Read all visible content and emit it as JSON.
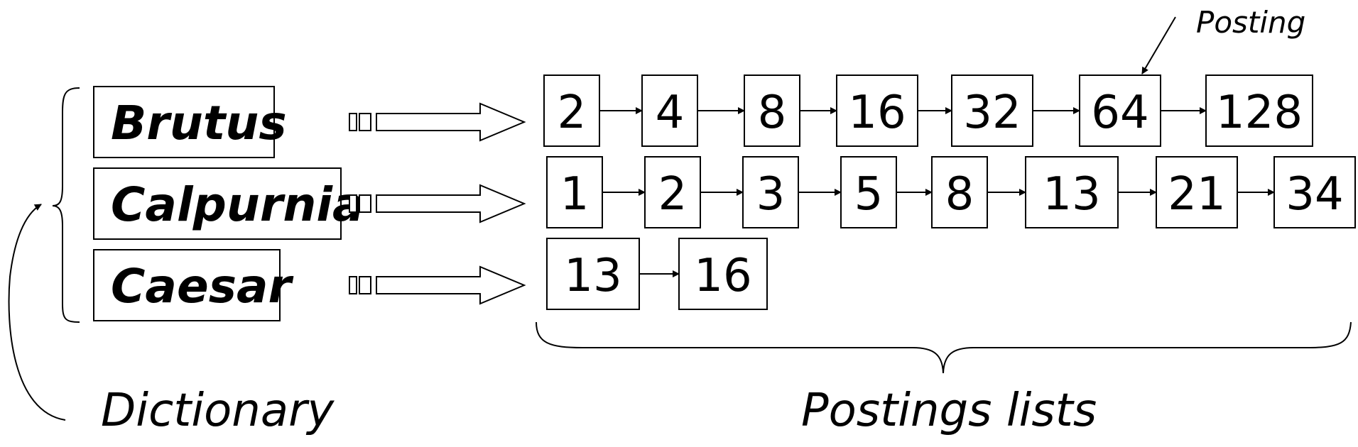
{
  "dictionary": {
    "label": "Dictionary",
    "terms": [
      {
        "term": "Brutus",
        "postings": [
          2,
          4,
          8,
          16,
          32,
          64,
          128
        ]
      },
      {
        "term": "Calpurnia",
        "postings": [
          1,
          2,
          3,
          5,
          8,
          13,
          21,
          34
        ]
      },
      {
        "term": "Caesar",
        "postings": [
          13,
          16
        ]
      }
    ]
  },
  "postings_label": "Postings lists",
  "posting_callout": "Posting",
  "colors": {
    "stroke": "#000000",
    "background": "#ffffff"
  }
}
